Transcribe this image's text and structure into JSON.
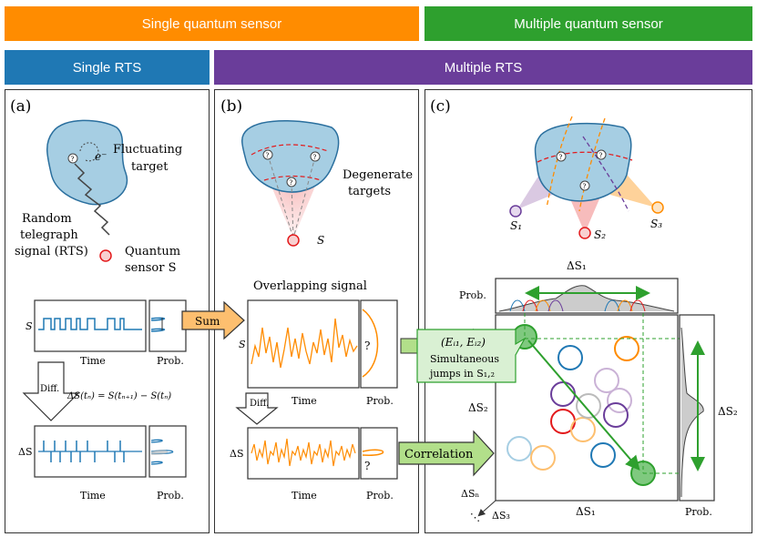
{
  "header": {
    "single_sensor": "Single quantum sensor",
    "multiple_sensor": "Multiple quantum sensor",
    "single_rts": "Single RTS",
    "multiple_rts": "Multiple RTS"
  },
  "colors": {
    "orange": "#ff8c00",
    "green": "#2ea02e",
    "blue": "#1f78b4",
    "purple": "#6a3d9a",
    "target_fill": "#a6cee3",
    "sensor_red": "#e31a1c"
  },
  "panel_a": {
    "label": "(a)",
    "electron": "e⁻",
    "fluctuating": "Fluctuating",
    "target": "target",
    "rts_1": "Random",
    "rts_2": "telegraph",
    "rts_3": "signal (RTS)",
    "sensor_1": "Quantum",
    "sensor_2": "sensor S",
    "s_axis": "S",
    "time": "Time",
    "prob": "Prob.",
    "diff": "Diff.",
    "diff_eq": "ΔS(tₙ) = S(tₙ₊₁) − S(tₙ)",
    "ds_axis": "ΔS",
    "time2": "Time",
    "prob2": "Prob."
  },
  "panel_b": {
    "label": "(b)",
    "degenerate": "Degenerate",
    "targets": "targets",
    "s_label": "S",
    "overlapping": "Overlapping signal",
    "sum": "Sum",
    "s_axis": "S",
    "time": "Time",
    "prob": "Prob.",
    "question": "?",
    "diff": "Diff.",
    "ds_axis": "ΔS",
    "time2": "Time",
    "prob2": "Prob.",
    "question2": "?",
    "correlation": "Correlation"
  },
  "panel_c": {
    "label": "(c)",
    "s1": "S₁",
    "s2": "S₂",
    "s3": "S₃",
    "ds1_top": "ΔS₁",
    "prob_top": "Prob.",
    "ds2_left": "ΔS₂",
    "ds2_right": "ΔS₂",
    "ds1_bottom": "ΔS₁",
    "prob_right": "Prob.",
    "dsn": "ΔSₙ",
    "ds3": "ΔS₃",
    "callout_title": "(Eᵢ₁, Eᵢ₂)",
    "callout_1": "Simultaneous",
    "callout_2": "jumps in S₁,₂"
  }
}
